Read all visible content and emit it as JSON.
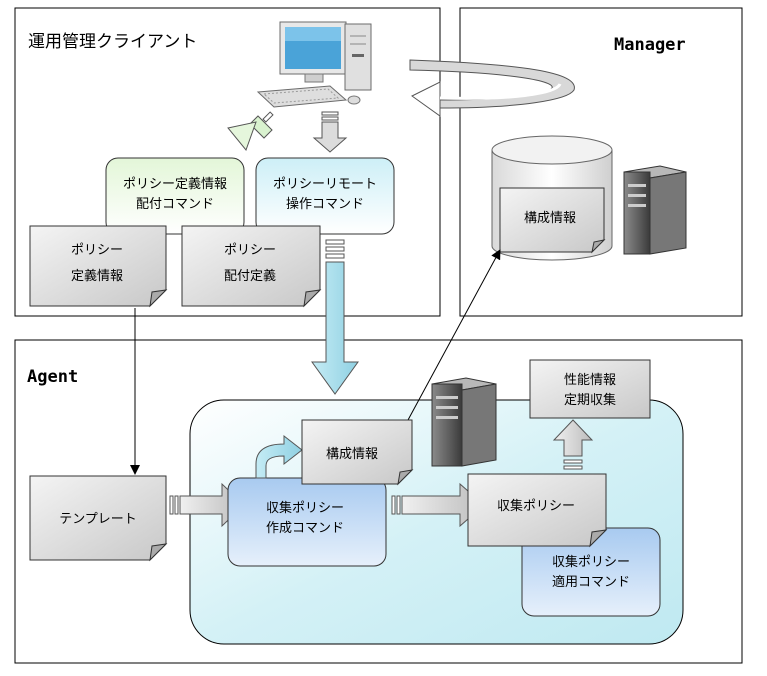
{
  "client": {
    "title": "運用管理クライアント"
  },
  "manager": {
    "title": "Manager",
    "config_info": "構成情報"
  },
  "agent": {
    "title": "Agent"
  },
  "boxes": {
    "policy_def_dist_cmd": [
      "ポリシー定義情報",
      "配付コマンド"
    ],
    "policy_remote_cmd": [
      "ポリシーリモート",
      "操作コマンド"
    ],
    "policy_def_info": [
      "ポリシー",
      "定義情報"
    ],
    "policy_dist_def": [
      "ポリシー",
      "配付定義"
    ],
    "template": "テンプレート",
    "collect_policy_create_cmd": [
      "収集ポリシー",
      "作成コマンド"
    ],
    "config_info": "構成情報",
    "collect_policy": "収集ポリシー",
    "collect_policy_apply_cmd": [
      "収集ポリシー",
      "適用コマンド"
    ],
    "perf_info": [
      "性能情報",
      "定期収集"
    ]
  }
}
